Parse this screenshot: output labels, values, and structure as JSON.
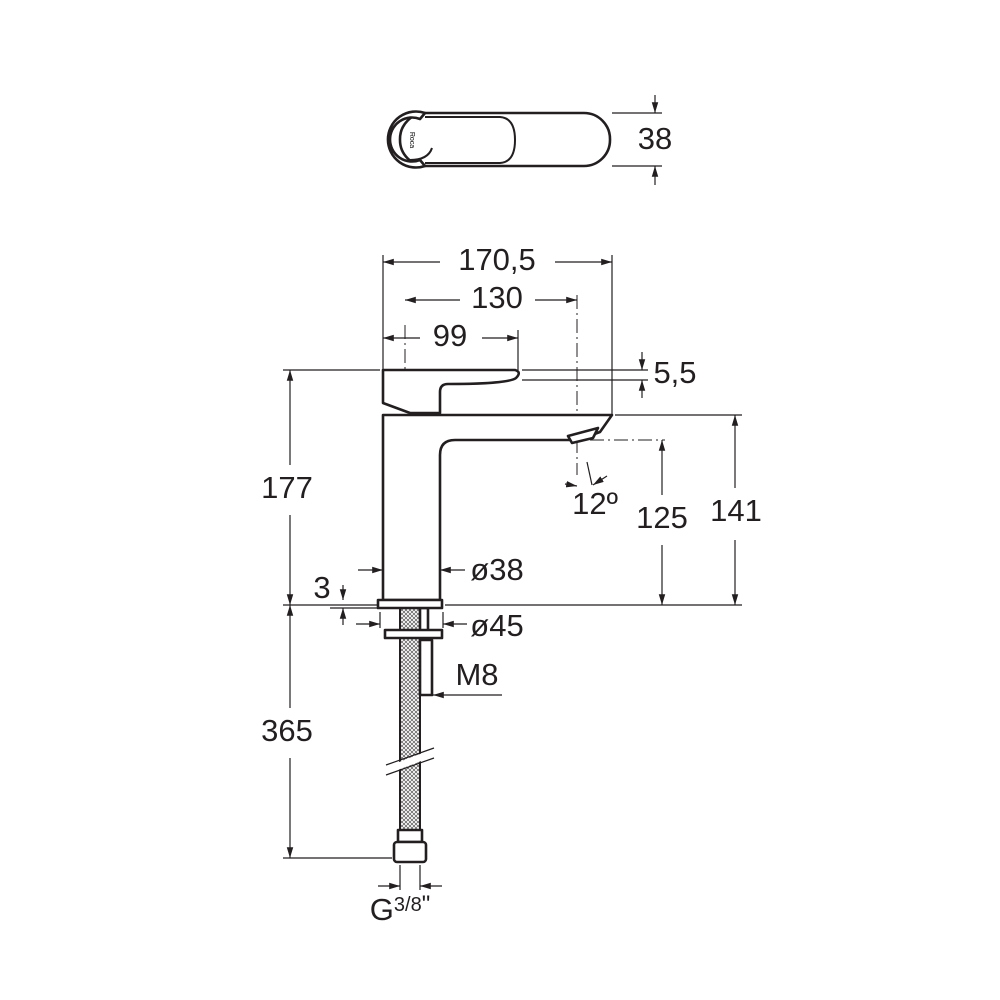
{
  "drawing": {
    "top_view": {
      "brand_mark": "Roca",
      "width_label": "38"
    },
    "side_view": {
      "overall_reach": "170,5",
      "spout_reach": "130",
      "lever_reach": "99",
      "lever_thickness": "5,5",
      "body_height": "177",
      "spout_angle": "12º",
      "outlet_height": "125",
      "spout_height": "141",
      "body_diameter": "ø38",
      "base_thickness": "3",
      "base_diameter": "ø45",
      "stud_thread": "M8",
      "hose_length": "365",
      "hose_connection": "G",
      "hose_connection_fraction": "3/8",
      "hose_connection_unit": "\""
    }
  }
}
